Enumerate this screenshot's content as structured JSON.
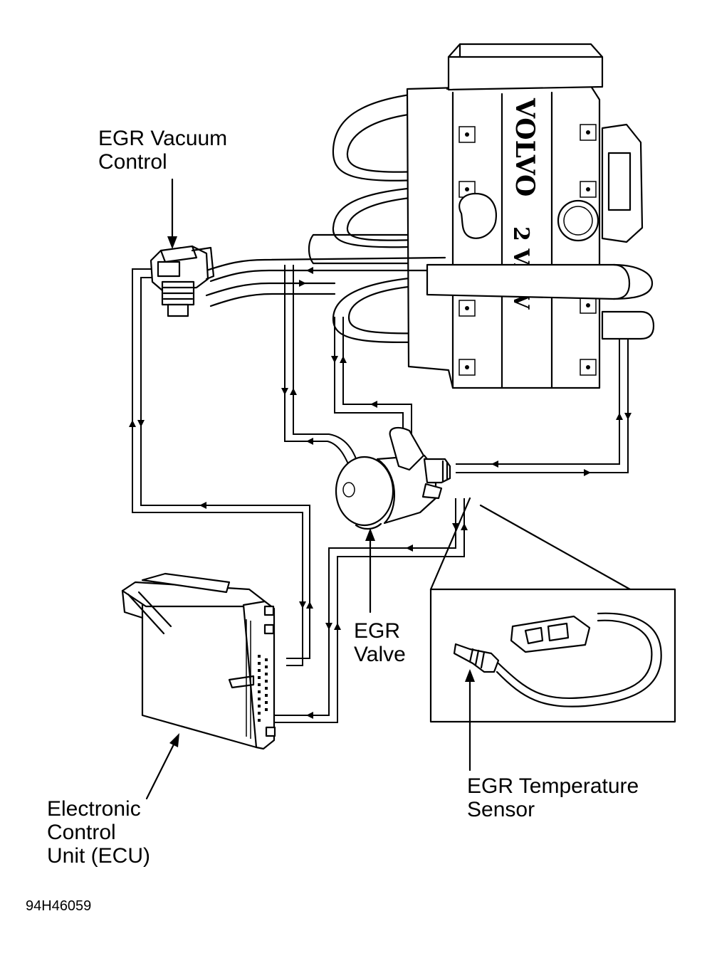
{
  "labels": {
    "vacuum_control": [
      "EGR Vacuum",
      "Control"
    ],
    "egr_valve": [
      "EGR",
      "Valve"
    ],
    "temp_sensor": [
      "EGR Temperature",
      "Sensor"
    ],
    "ecu": [
      "Electronic",
      "Control",
      "Unit (ECU)"
    ],
    "figure_code": "94H46059"
  },
  "engine_markings": {
    "brand": "VOLVO",
    "valve_text": "2 VALV"
  }
}
